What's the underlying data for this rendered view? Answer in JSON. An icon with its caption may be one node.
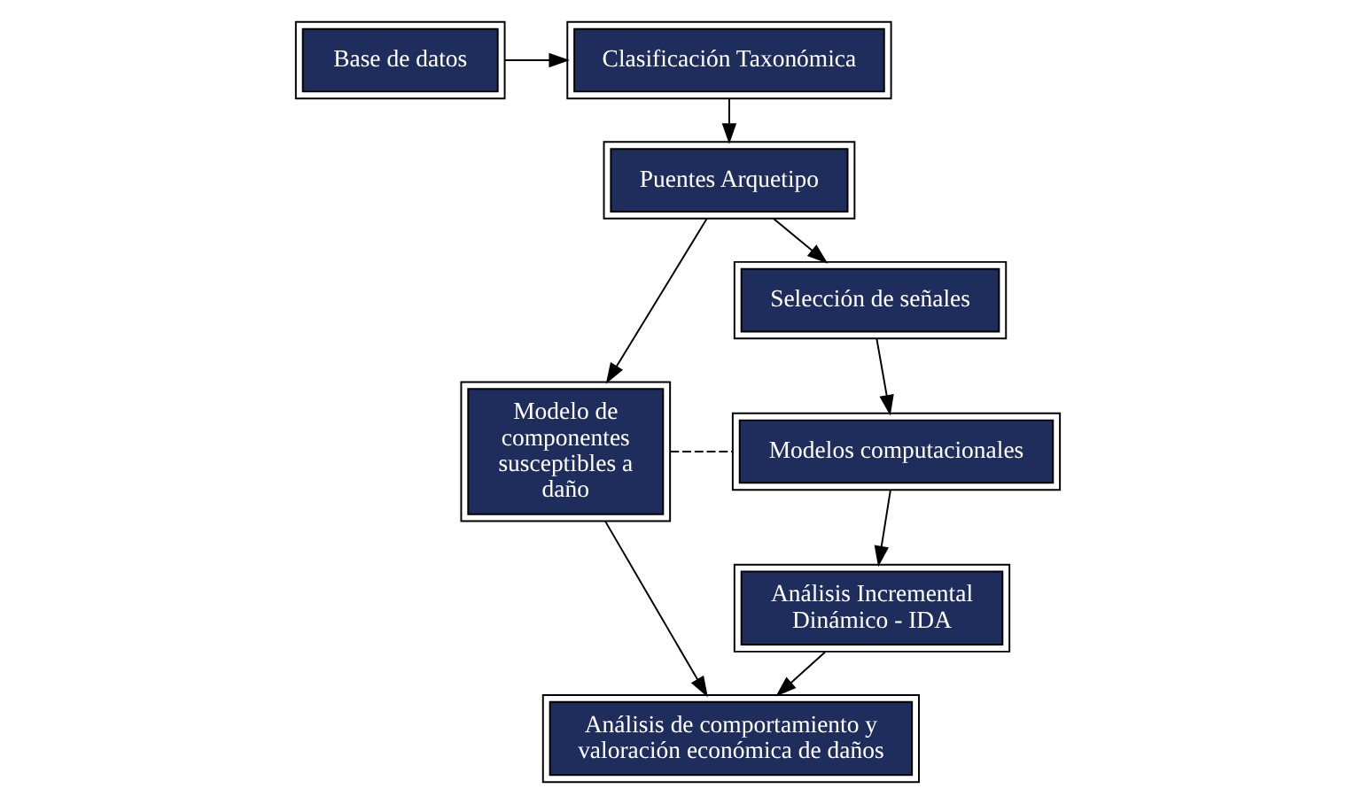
{
  "diagram": {
    "nodes": [
      {
        "text": [
          "Clasificación Taxonómica"
        ]
      },
      {
        "text": [
          "Base de datos"
        ]
      },
      {
        "text": [
          "Puentes Arquetipo"
        ]
      },
      {
        "text": [
          "Selección de señales"
        ]
      },
      {
        "text": [
          "Modelo de componentes susceptibles a daño"
        ]
      },
      {
        "text": [
          "Modelos computacionales"
        ]
      },
      {
        "text": [
          "Análisis Incremental Dinámico - IDA"
        ]
      },
      {
        "text": [
          "Análisis de comportamiento y valoración económica de daños"
        ]
      }
    ],
    "edges": [
      {
        "from": 1,
        "to": 0,
        "arrow": "to"
      },
      {
        "from": 0,
        "to": 2,
        "arrow": "to"
      },
      {
        "from": 2,
        "to": 3,
        "arrow": "to"
      },
      {
        "from": 2,
        "to": 4,
        "arrow": "to"
      },
      {
        "from": 3,
        "to": 5,
        "arrow": "to"
      },
      {
        "from": 4,
        "to": 5,
        "arrow": "none",
        "style": "dashed"
      },
      {
        "from": 5,
        "to": 6,
        "arrow": "to"
      },
      {
        "from": 6,
        "to": 7,
        "arrow": "to"
      },
      {
        "from": 4,
        "to": 7,
        "arrow": "to"
      }
    ]
  }
}
